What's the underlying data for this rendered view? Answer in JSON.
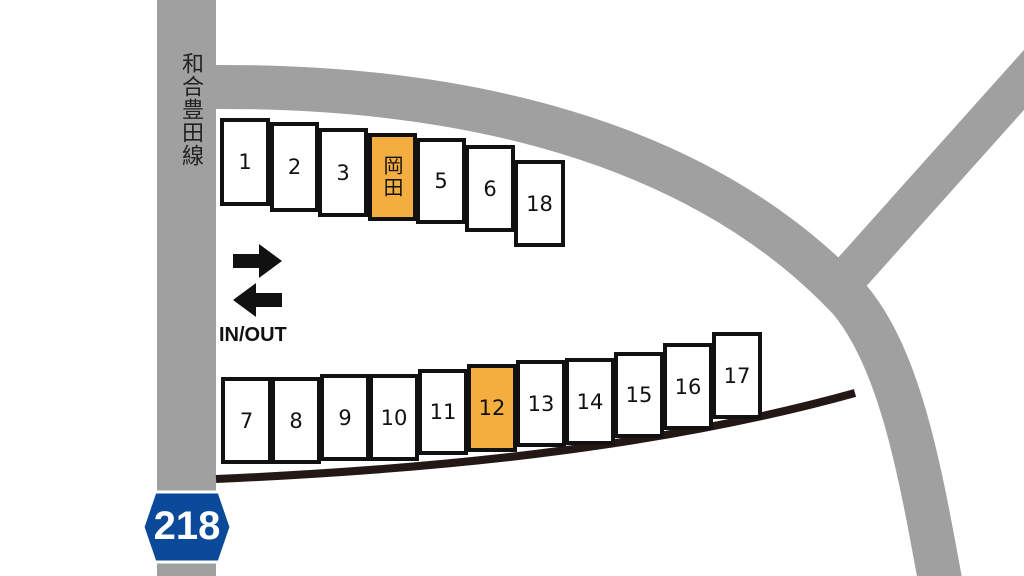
{
  "road_label": "和合豊田線",
  "entrance_label": "IN/OUT",
  "route_sign": "218",
  "colors": {
    "road": "#a0a0a0",
    "highlight": "#f3ae3f",
    "route_blue": "#0b4a9b",
    "boundary": "#231815"
  },
  "top_row": [
    {
      "label": "1",
      "highlight": false
    },
    {
      "label": "2",
      "highlight": false
    },
    {
      "label": "3",
      "highlight": false
    },
    {
      "label": "岡田",
      "highlight": true
    },
    {
      "label": "5",
      "highlight": false
    },
    {
      "label": "6",
      "highlight": false
    },
    {
      "label": "18",
      "highlight": false
    }
  ],
  "bottom_row": [
    {
      "label": "7",
      "highlight": false
    },
    {
      "label": "8",
      "highlight": false
    },
    {
      "label": "9",
      "highlight": false
    },
    {
      "label": "10",
      "highlight": false
    },
    {
      "label": "11",
      "highlight": false
    },
    {
      "label": "12",
      "highlight": true
    },
    {
      "label": "13",
      "highlight": false
    },
    {
      "label": "14",
      "highlight": false
    },
    {
      "label": "15",
      "highlight": false
    },
    {
      "label": "16",
      "highlight": false
    },
    {
      "label": "17",
      "highlight": false
    }
  ]
}
